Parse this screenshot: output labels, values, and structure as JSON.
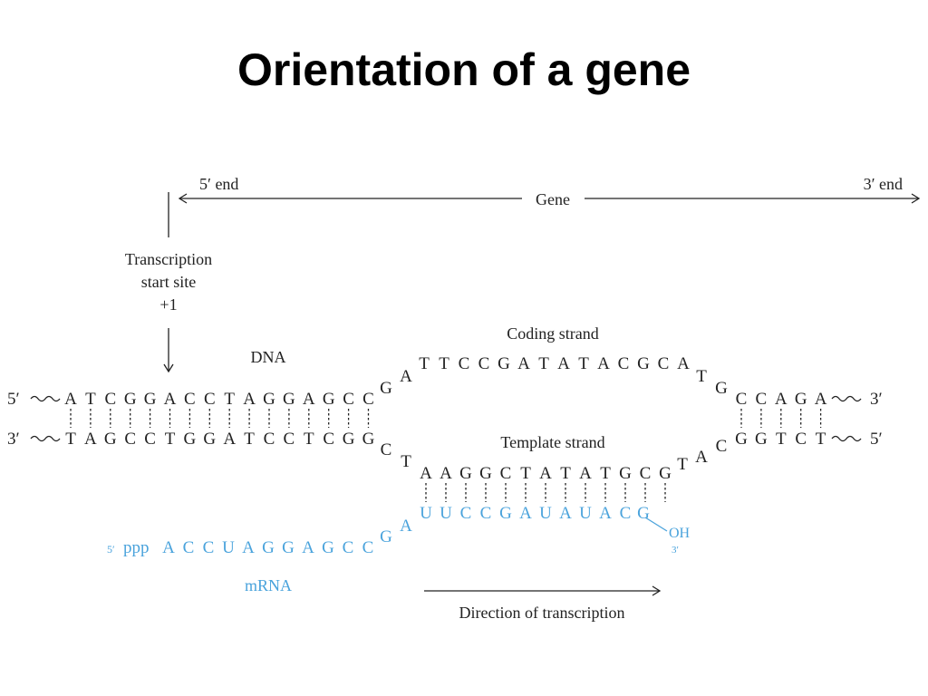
{
  "title": "Orientation of a gene",
  "colors": {
    "text": "#222222",
    "rna": "#4aa3dc"
  },
  "labels": {
    "five_end": "5′ end",
    "three_end": "3′ end",
    "gene": "Gene",
    "tss_line1": "Transcription",
    "tss_line2": "start site",
    "tss_line3": "+1",
    "dna": "DNA",
    "coding_strand": "Coding strand",
    "template_strand": "Template strand",
    "mrna": "mRNA",
    "direction": "Direction of transcription",
    "oh": "OH",
    "oh_prime": "3′"
  },
  "dna": {
    "top_left_end": "5′",
    "top_right_end": "3′",
    "bottom_left_end": "3′",
    "bottom_right_end": "5′",
    "top_left": [
      "A",
      "T",
      "C",
      "G",
      "G",
      "A",
      "C",
      "C",
      "T",
      "A",
      "G",
      "G",
      "A",
      "G",
      "C",
      "C"
    ],
    "bottom_left": [
      "T",
      "A",
      "G",
      "C",
      "C",
      "T",
      "G",
      "G",
      "A",
      "T",
      "C",
      "C",
      "T",
      "C",
      "G",
      "G"
    ],
    "coding_bubble": [
      "G",
      "A",
      "T",
      "T",
      "C",
      "C",
      "G",
      "A",
      "T",
      "A",
      "T",
      "A",
      "C",
      "G",
      "C",
      "A",
      "T",
      "G"
    ],
    "template_bubble": [
      "C",
      "T",
      "A",
      "A",
      "G",
      "G",
      "C",
      "T",
      "A",
      "T",
      "A",
      "T",
      "G",
      "C",
      "G",
      "T",
      "A",
      "C"
    ],
    "top_right": [
      "C",
      "C",
      "A",
      "G",
      "A"
    ],
    "bottom_right": [
      "G",
      "G",
      "T",
      "C",
      "T"
    ]
  },
  "mrna": {
    "prefix": "5′",
    "ppp": "ppp",
    "bases": [
      "A",
      "C",
      "C",
      "U",
      "A",
      "G",
      "G",
      "A",
      "G",
      "C",
      "C",
      "G",
      "A",
      "U",
      "U",
      "C",
      "C",
      "G",
      "A",
      "U",
      "A",
      "U",
      "A",
      "C",
      "G"
    ]
  }
}
